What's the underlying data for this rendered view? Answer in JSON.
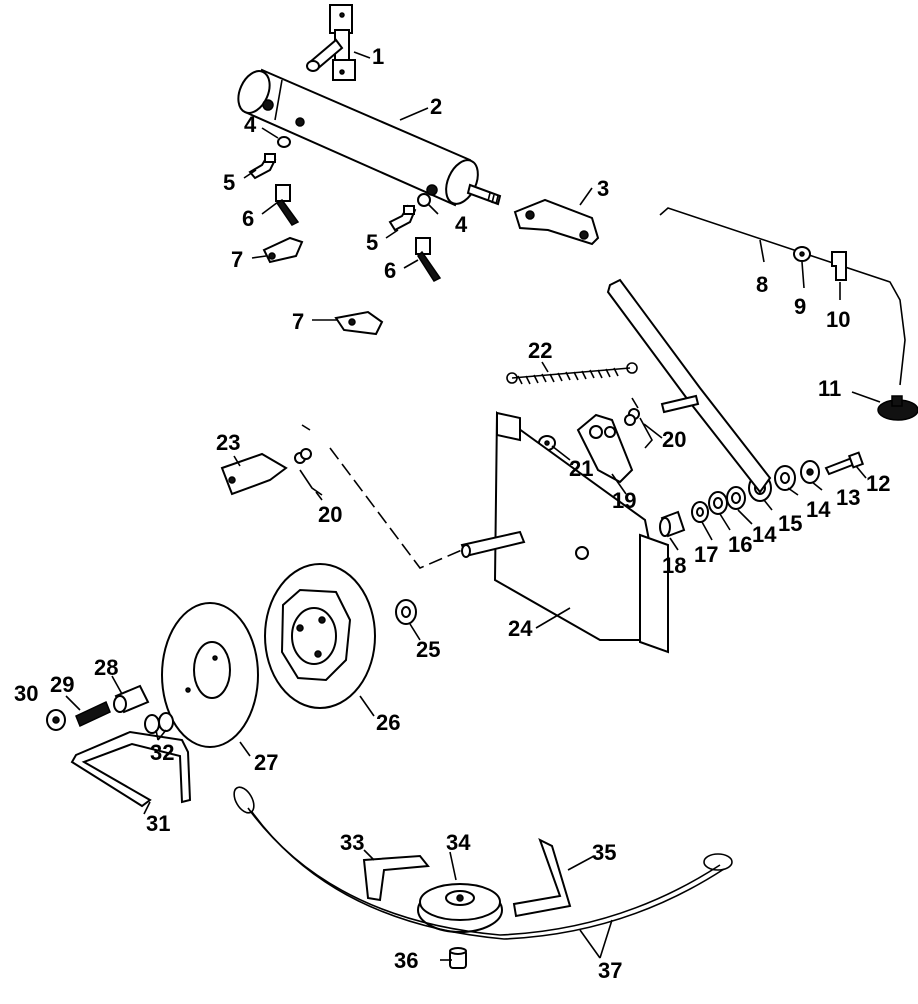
{
  "callouts": [
    {
      "id": "1",
      "text": "1"
    },
    {
      "id": "2",
      "text": "2"
    },
    {
      "id": "3",
      "text": "3"
    },
    {
      "id": "4a",
      "text": "4"
    },
    {
      "id": "4b",
      "text": "4"
    },
    {
      "id": "5a",
      "text": "5"
    },
    {
      "id": "5b",
      "text": "5"
    },
    {
      "id": "6a",
      "text": "6"
    },
    {
      "id": "6b",
      "text": "6"
    },
    {
      "id": "7a",
      "text": "7"
    },
    {
      "id": "7b",
      "text": "7"
    },
    {
      "id": "8",
      "text": "8"
    },
    {
      "id": "9",
      "text": "9"
    },
    {
      "id": "10",
      "text": "10"
    },
    {
      "id": "11",
      "text": "11"
    },
    {
      "id": "12",
      "text": "12"
    },
    {
      "id": "13",
      "text": "13"
    },
    {
      "id": "14a",
      "text": "14"
    },
    {
      "id": "14b",
      "text": "14"
    },
    {
      "id": "15",
      "text": "15"
    },
    {
      "id": "16",
      "text": "16"
    },
    {
      "id": "17",
      "text": "17"
    },
    {
      "id": "18",
      "text": "18"
    },
    {
      "id": "19",
      "text": "19"
    },
    {
      "id": "20a",
      "text": "20"
    },
    {
      "id": "20b",
      "text": "20"
    },
    {
      "id": "21",
      "text": "21"
    },
    {
      "id": "22",
      "text": "22"
    },
    {
      "id": "23",
      "text": "23"
    },
    {
      "id": "24",
      "text": "24"
    },
    {
      "id": "25",
      "text": "25"
    },
    {
      "id": "26",
      "text": "26"
    },
    {
      "id": "27",
      "text": "27"
    },
    {
      "id": "28",
      "text": "28"
    },
    {
      "id": "29",
      "text": "29"
    },
    {
      "id": "30",
      "text": "30"
    },
    {
      "id": "31",
      "text": "31"
    },
    {
      "id": "32",
      "text": "32"
    },
    {
      "id": "33",
      "text": "33"
    },
    {
      "id": "34",
      "text": "34"
    },
    {
      "id": "35",
      "text": "35"
    },
    {
      "id": "36",
      "text": "36"
    },
    {
      "id": "37",
      "text": "37"
    }
  ]
}
